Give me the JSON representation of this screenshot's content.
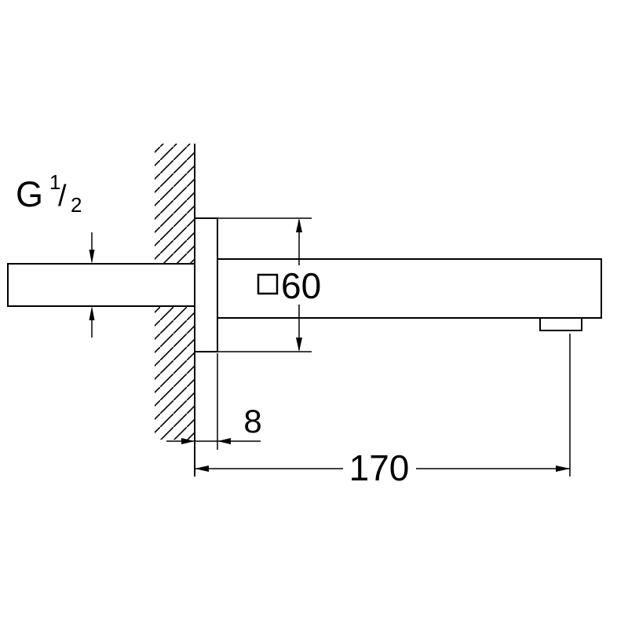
{
  "colors": {
    "line": "#000000",
    "background": "#ffffff",
    "text": "#000000"
  },
  "labels": {
    "thread": {
      "letter": "G",
      "numerator": "1",
      "slash": "/",
      "denominator": "2"
    },
    "plate": {
      "symbol_icon": "square-icon",
      "value": "60"
    },
    "offset": {
      "value": "8"
    },
    "length": {
      "value": "170"
    }
  }
}
